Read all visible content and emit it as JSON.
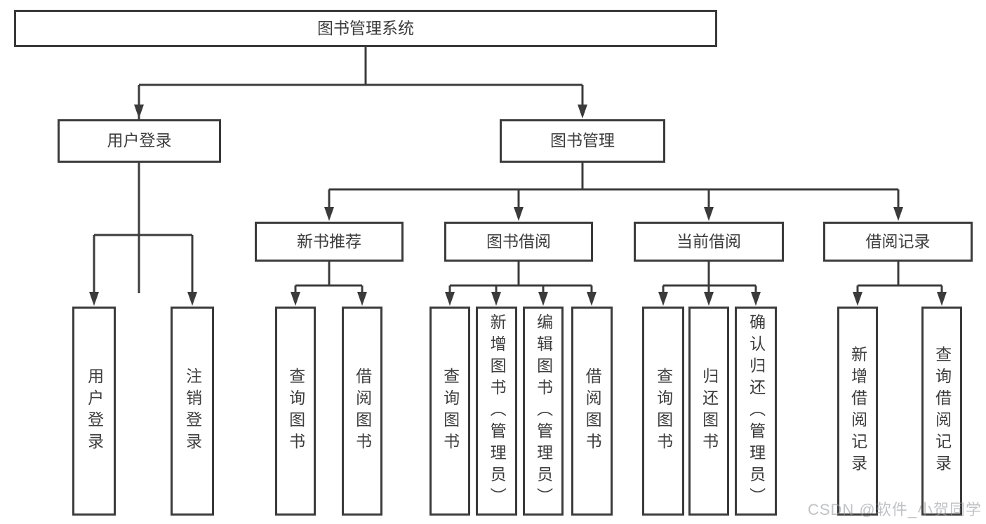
{
  "diagram_title": "图书管理系统",
  "tree": {
    "label": "图书管理系统",
    "children": [
      {
        "label": "用户登录",
        "children": [
          {
            "label": "用户登录"
          },
          {
            "label": "注销登录"
          }
        ]
      },
      {
        "label": "图书管理",
        "children": [
          {
            "label": "新书推荐",
            "children": [
              {
                "label": "查询图书"
              },
              {
                "label": "借阅图书"
              }
            ]
          },
          {
            "label": "图书借阅",
            "children": [
              {
                "label": "查询图书"
              },
              {
                "label": "新增图书（管理员）"
              },
              {
                "label": "编辑图书（管理员）"
              },
              {
                "label": "借阅图书"
              }
            ]
          },
          {
            "label": "当前借阅",
            "children": [
              {
                "label": "查询图书"
              },
              {
                "label": "归还图书"
              },
              {
                "label": "确认归还（管理员）"
              }
            ]
          },
          {
            "label": "借阅记录",
            "children": [
              {
                "label": "新增借阅记录"
              },
              {
                "label": "查询借阅记录"
              }
            ]
          }
        ]
      }
    ]
  },
  "watermark": {
    "text": "CSDN @软件_小贺同学"
  },
  "colors": {
    "line": "#3b3b3b",
    "text": "#3d3d3d",
    "background": "#ffffff",
    "watermark": "#96999e"
  }
}
